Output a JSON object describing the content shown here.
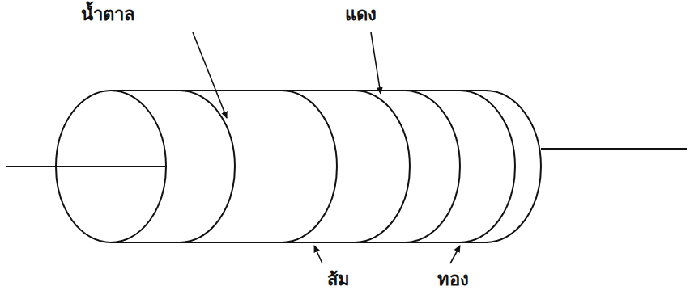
{
  "diagram": {
    "labels": [
      "น้ำตาล",
      "แดง",
      "ส้ม",
      "ทอง"
    ]
  }
}
